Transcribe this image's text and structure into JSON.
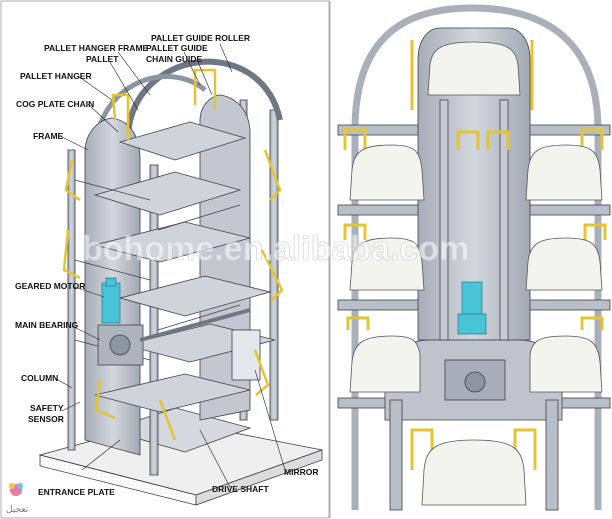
{
  "left_panel": {
    "labels": {
      "pallet_guide_roller": "PALLET GUIDE ROLLER",
      "pallet_hanger_frame": "PALLET HANGER FRAME",
      "pallet_guide": "PALLET GUIDE",
      "pallet": "PALLET",
      "chain_guide": "CHAIN GUIDE",
      "pallet_hanger": "PALLET HANGER",
      "cog_plate_chain": "COG PLATE CHAIN",
      "frame": "FRAME",
      "geared_motor": "GEARED MOTOR",
      "main_bearing": "MAIN BEARING",
      "column": "COLUMN",
      "safety_sensor_1": "SAFETY",
      "safety_sensor_2": "SENSOR",
      "mirror": "MIRROR",
      "drive_shaft": "DRIVE SHAFT",
      "entrance_plate": "ENTRANCE PLATE"
    }
  },
  "watermark": "bohome.en.alibaba.com",
  "corner_logo": "تعجيل",
  "colors": {
    "steel": "#b9bfc9",
    "steel_dark": "#8d95a2",
    "outline": "#3c4049",
    "yellow_hanger": "#e4c531",
    "motor_cyan": "#49c3d6",
    "base_concrete": "#eeeeee"
  }
}
